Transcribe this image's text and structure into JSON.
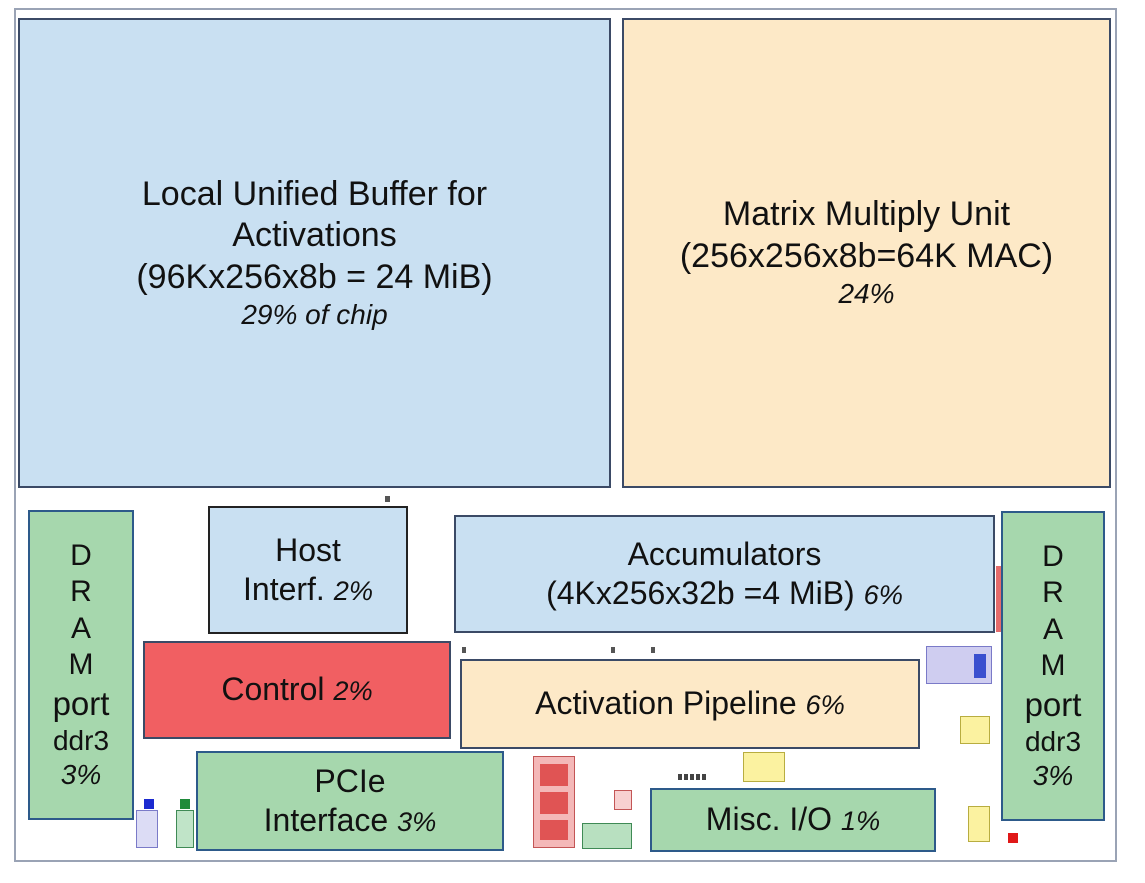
{
  "blocks": {
    "unified_buffer": {
      "title_l1": "Local Unified Buffer for",
      "title_l2": "Activations",
      "spec": "(96Kx256x8b = 24 MiB)",
      "share": "29% of chip"
    },
    "matrix_unit": {
      "title": "Matrix Multiply Unit",
      "spec": "(256x256x8b=64K MAC)",
      "share": "24%"
    },
    "host": {
      "l1": "Host",
      "l2": "Interf.",
      "share": "2%"
    },
    "accumulators": {
      "title": "Accumulators",
      "spec": "(4Kx256x32b =4 MiB)",
      "share": "6%"
    },
    "control": {
      "label": "Control",
      "share": "2%"
    },
    "activation": {
      "label": "Activation Pipeline",
      "share": "6%"
    },
    "pcie": {
      "l1": "PCIe",
      "l2": "Interface",
      "share": "3%"
    },
    "misc": {
      "label": "Misc. I/O",
      "share": "1%"
    },
    "dram_left": {
      "letters": [
        "D",
        "R",
        "A",
        "M"
      ],
      "port": "port",
      "type": "ddr3",
      "share": "3%"
    },
    "dram_right": {
      "letters": [
        "D",
        "R",
        "A",
        "M"
      ],
      "port": "port",
      "type": "ddr3",
      "share": "3%"
    }
  },
  "colors": {
    "memory_blue": "#c9e0f2",
    "compute_tan": "#fde9c7",
    "io_green": "#a6d7ad",
    "control_red": "#f15f62"
  }
}
